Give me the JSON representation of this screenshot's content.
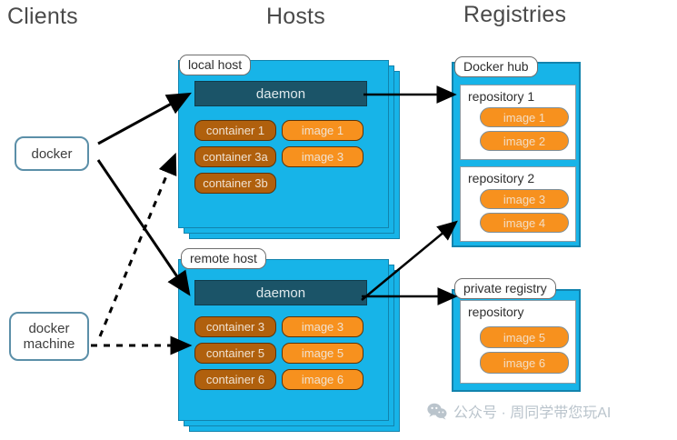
{
  "titles": {
    "clients": "Clients",
    "hosts": "Hosts",
    "registries": "Registries"
  },
  "clients": [
    {
      "id": "docker",
      "label": "docker"
    },
    {
      "id": "docker-machine",
      "label": "docker\nmachine"
    }
  ],
  "hosts": [
    {
      "id": "local-host",
      "label": "local host",
      "daemon": "daemon",
      "containers": [
        "container 1",
        "container 3a",
        "container 3b"
      ],
      "images": [
        "image 1",
        "image 3"
      ]
    },
    {
      "id": "remote-host",
      "label": "remote host",
      "daemon": "daemon",
      "containers": [
        "container 3",
        "container 5",
        "container 6"
      ],
      "images": [
        "image 3",
        "image 5",
        "image 6"
      ]
    }
  ],
  "registries": [
    {
      "id": "docker-hub",
      "label": "Docker hub",
      "repositories": [
        {
          "name": "repository 1",
          "images": [
            "image 1",
            "image 2"
          ]
        },
        {
          "name": "repository 2",
          "images": [
            "image 3",
            "image 4"
          ]
        }
      ]
    },
    {
      "id": "private-registry",
      "label": "private registry",
      "repositories": [
        {
          "name": "repository",
          "images": [
            "image 5",
            "image 6"
          ]
        }
      ]
    }
  ],
  "watermark": {
    "icon": "wechat-icon",
    "text": "公众号 · 周同学带您玩AI"
  },
  "colors": {
    "host_fill": "#17b4e8",
    "host_border": "#1283ad",
    "daemon_fill": "#1b5468",
    "container_fill": "#b0600d",
    "image_fill": "#f7911e",
    "pill_border": "#5d3307",
    "client_border": "#5b8fa8",
    "title_text": "#4a4a4a",
    "arrow": "#000000",
    "watermark": "#bac4cc"
  }
}
